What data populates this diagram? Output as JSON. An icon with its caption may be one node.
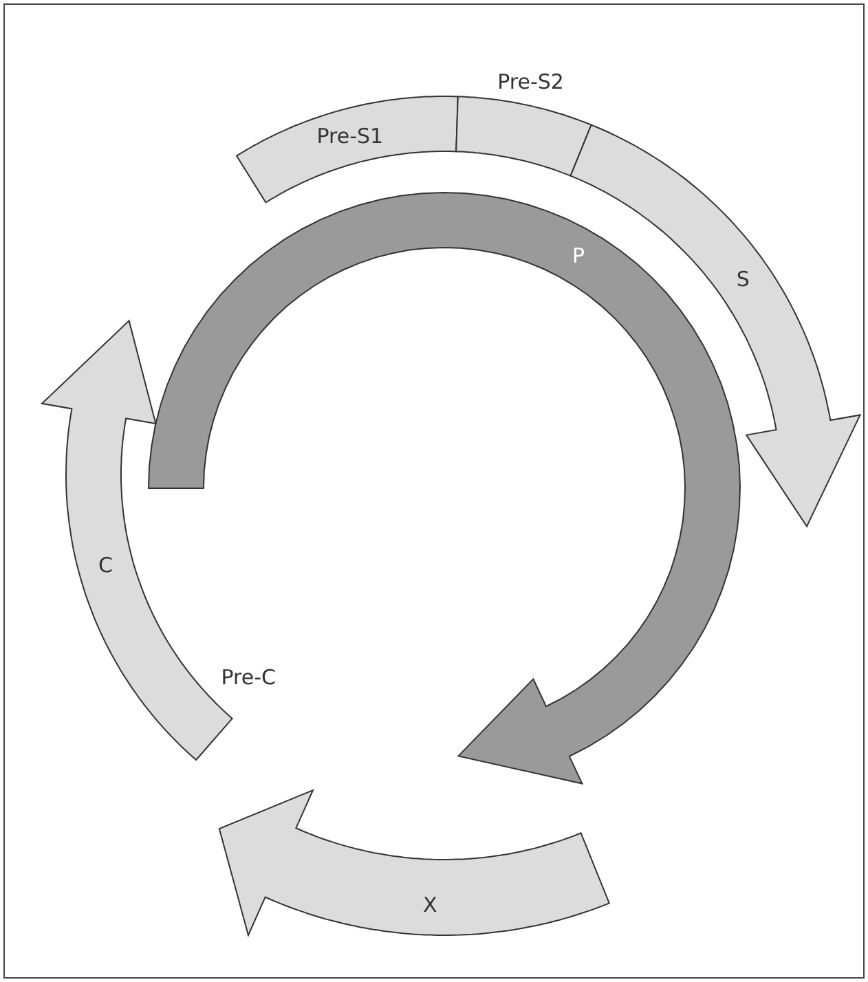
{
  "diagram": {
    "nodes": [
      {
        "text": [
          "Pre-S1"
        ]
      },
      {
        "text": [
          "Pre-S2"
        ]
      },
      {
        "text": [
          "S"
        ]
      },
      {
        "text": [
          "P"
        ]
      },
      {
        "text": [
          "C",
          "Pre-C"
        ]
      },
      {
        "text": [
          "X"
        ]
      }
    ]
  }
}
